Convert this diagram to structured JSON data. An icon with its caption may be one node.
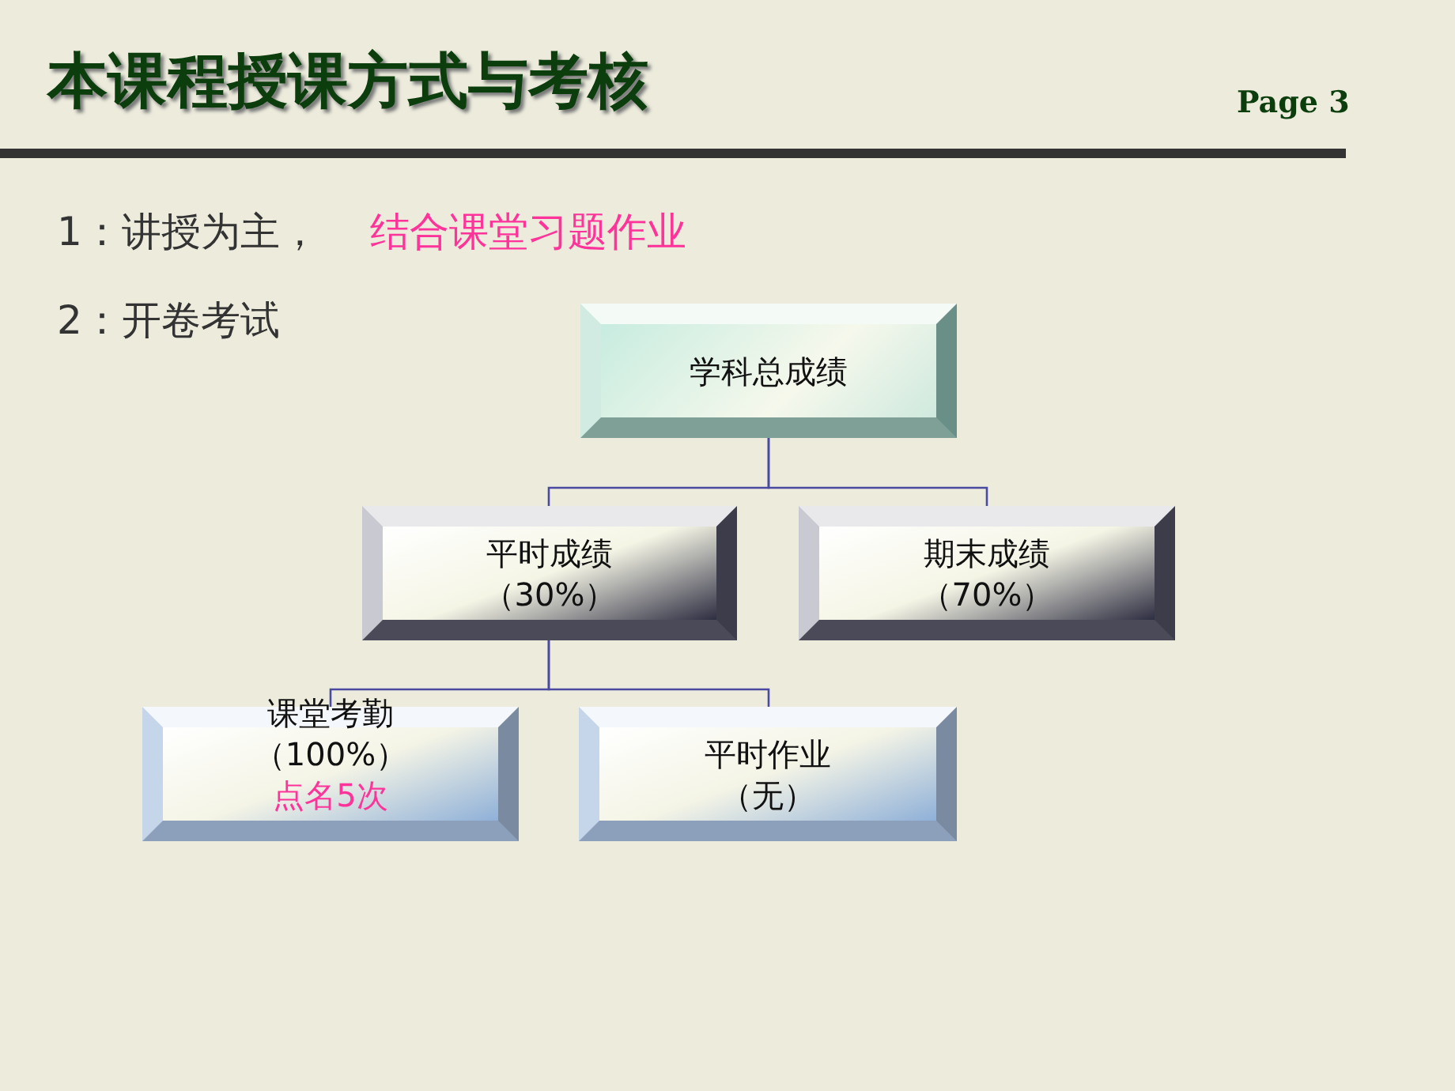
{
  "diagram": {
    "title": "本课程授课方式与考核",
    "nodes": [
      {
        "text": [
          "学科总成绩"
        ]
      },
      {
        "text": [
          "平时成绩",
          "（30%）"
        ]
      },
      {
        "text": [
          "期末成绩",
          "（70%）"
        ]
      },
      {
        "text": [
          "课堂考勤",
          "（100%）",
          "点名5次"
        ]
      },
      {
        "text": [
          "平时作业",
          "（无）"
        ]
      }
    ],
    "edges": [
      {
        "from": 0,
        "to": 1,
        "arrow": "none"
      },
      {
        "from": 0,
        "to": 2,
        "arrow": "none"
      },
      {
        "from": 1,
        "to": 3,
        "arrow": "none"
      },
      {
        "from": 1,
        "to": 4,
        "arrow": "none"
      }
    ],
    "labels": [
      "Page 3",
      "1：讲授为主，",
      "结合课堂习题作业",
      "2：开卷考试"
    ]
  }
}
